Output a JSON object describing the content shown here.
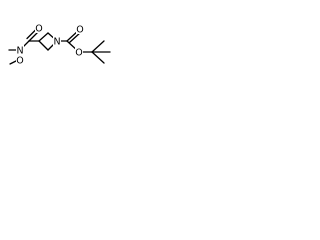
{
  "diagram": {
    "type": "chemical-structure",
    "atom_labels": {
      "ring_n": "N",
      "carbamate_carbonyl_o": "O",
      "ester_o": "O",
      "amide_carbonyl_o": "O",
      "amide_n": "N",
      "methoxy_o": "O"
    },
    "colors": {
      "bonds": "#000000",
      "labels": "#000000",
      "background": "#ffffff"
    }
  }
}
